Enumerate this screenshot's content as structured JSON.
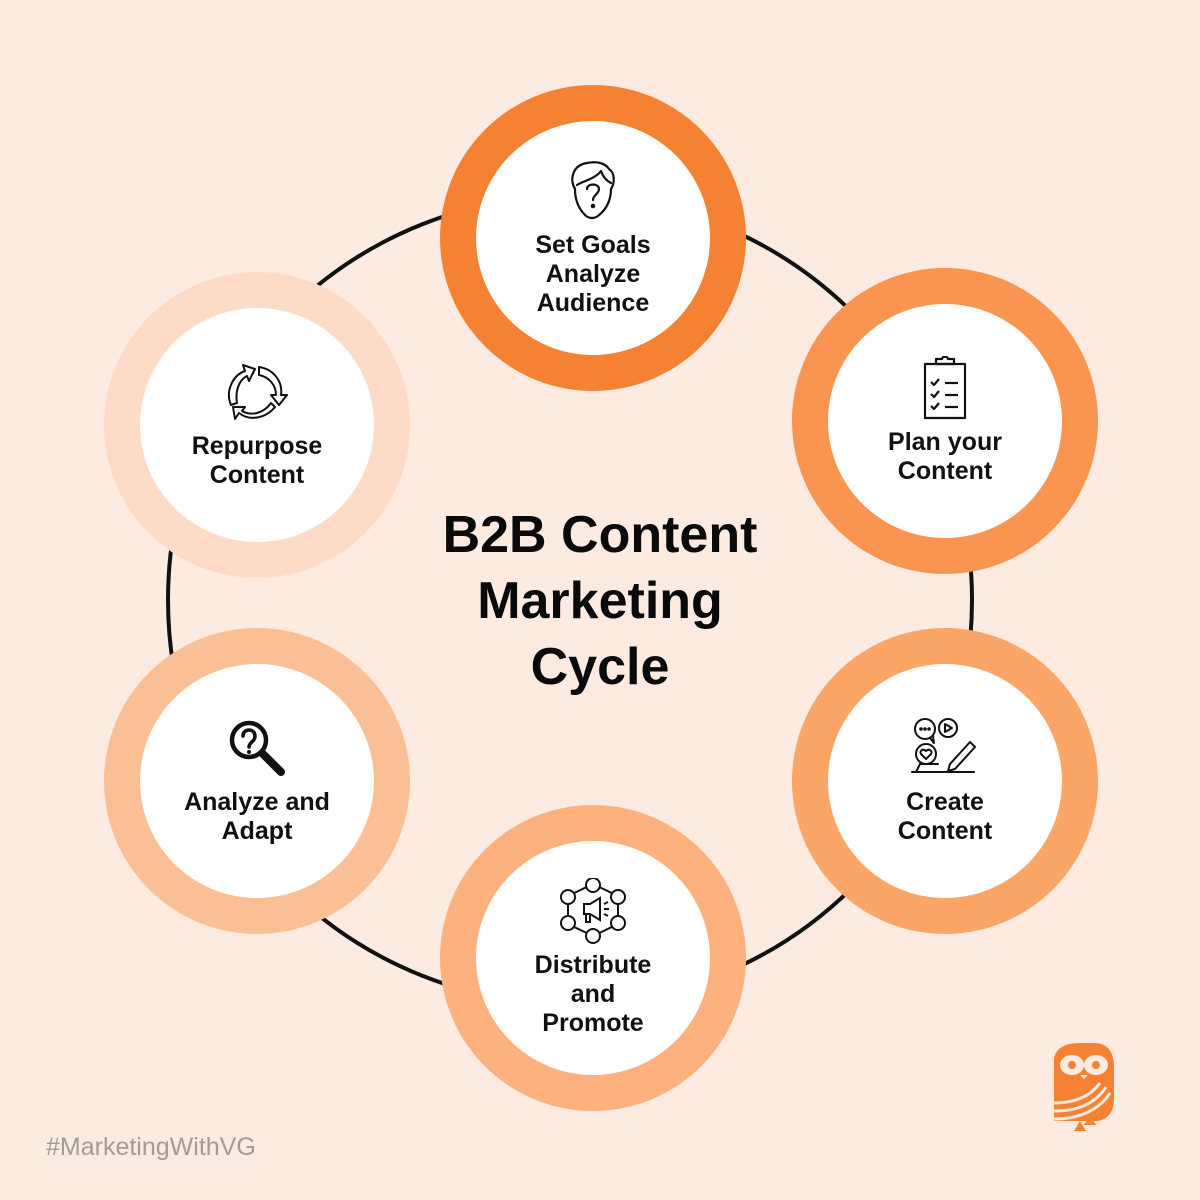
{
  "title": "B2B Content\nMarketing\nCycle",
  "hashtag": "#MarketingWithVG",
  "colors": {
    "background": "#fdeae0",
    "ring_1": "#f58233",
    "ring_2": "#f99550",
    "ring_3": "#fba567",
    "ring_4": "#fcb17e",
    "ring_5": "#fbbf95",
    "ring_6": "#fedbc6",
    "logo": "#f58233"
  },
  "steps": [
    {
      "label": "Set Goals\nAnalyze\nAudience",
      "icon": "person-question-icon"
    },
    {
      "label": "Plan your\nContent",
      "icon": "clipboard-checklist-icon"
    },
    {
      "label": "Create\nContent",
      "icon": "content-creation-icon"
    },
    {
      "label": "Distribute\nand\nPromote",
      "icon": "megaphone-network-icon"
    },
    {
      "label": "Analyze and\nAdapt",
      "icon": "magnifier-question-icon"
    },
    {
      "label": "Repurpose\nContent",
      "icon": "recycle-arrows-icon"
    }
  ]
}
